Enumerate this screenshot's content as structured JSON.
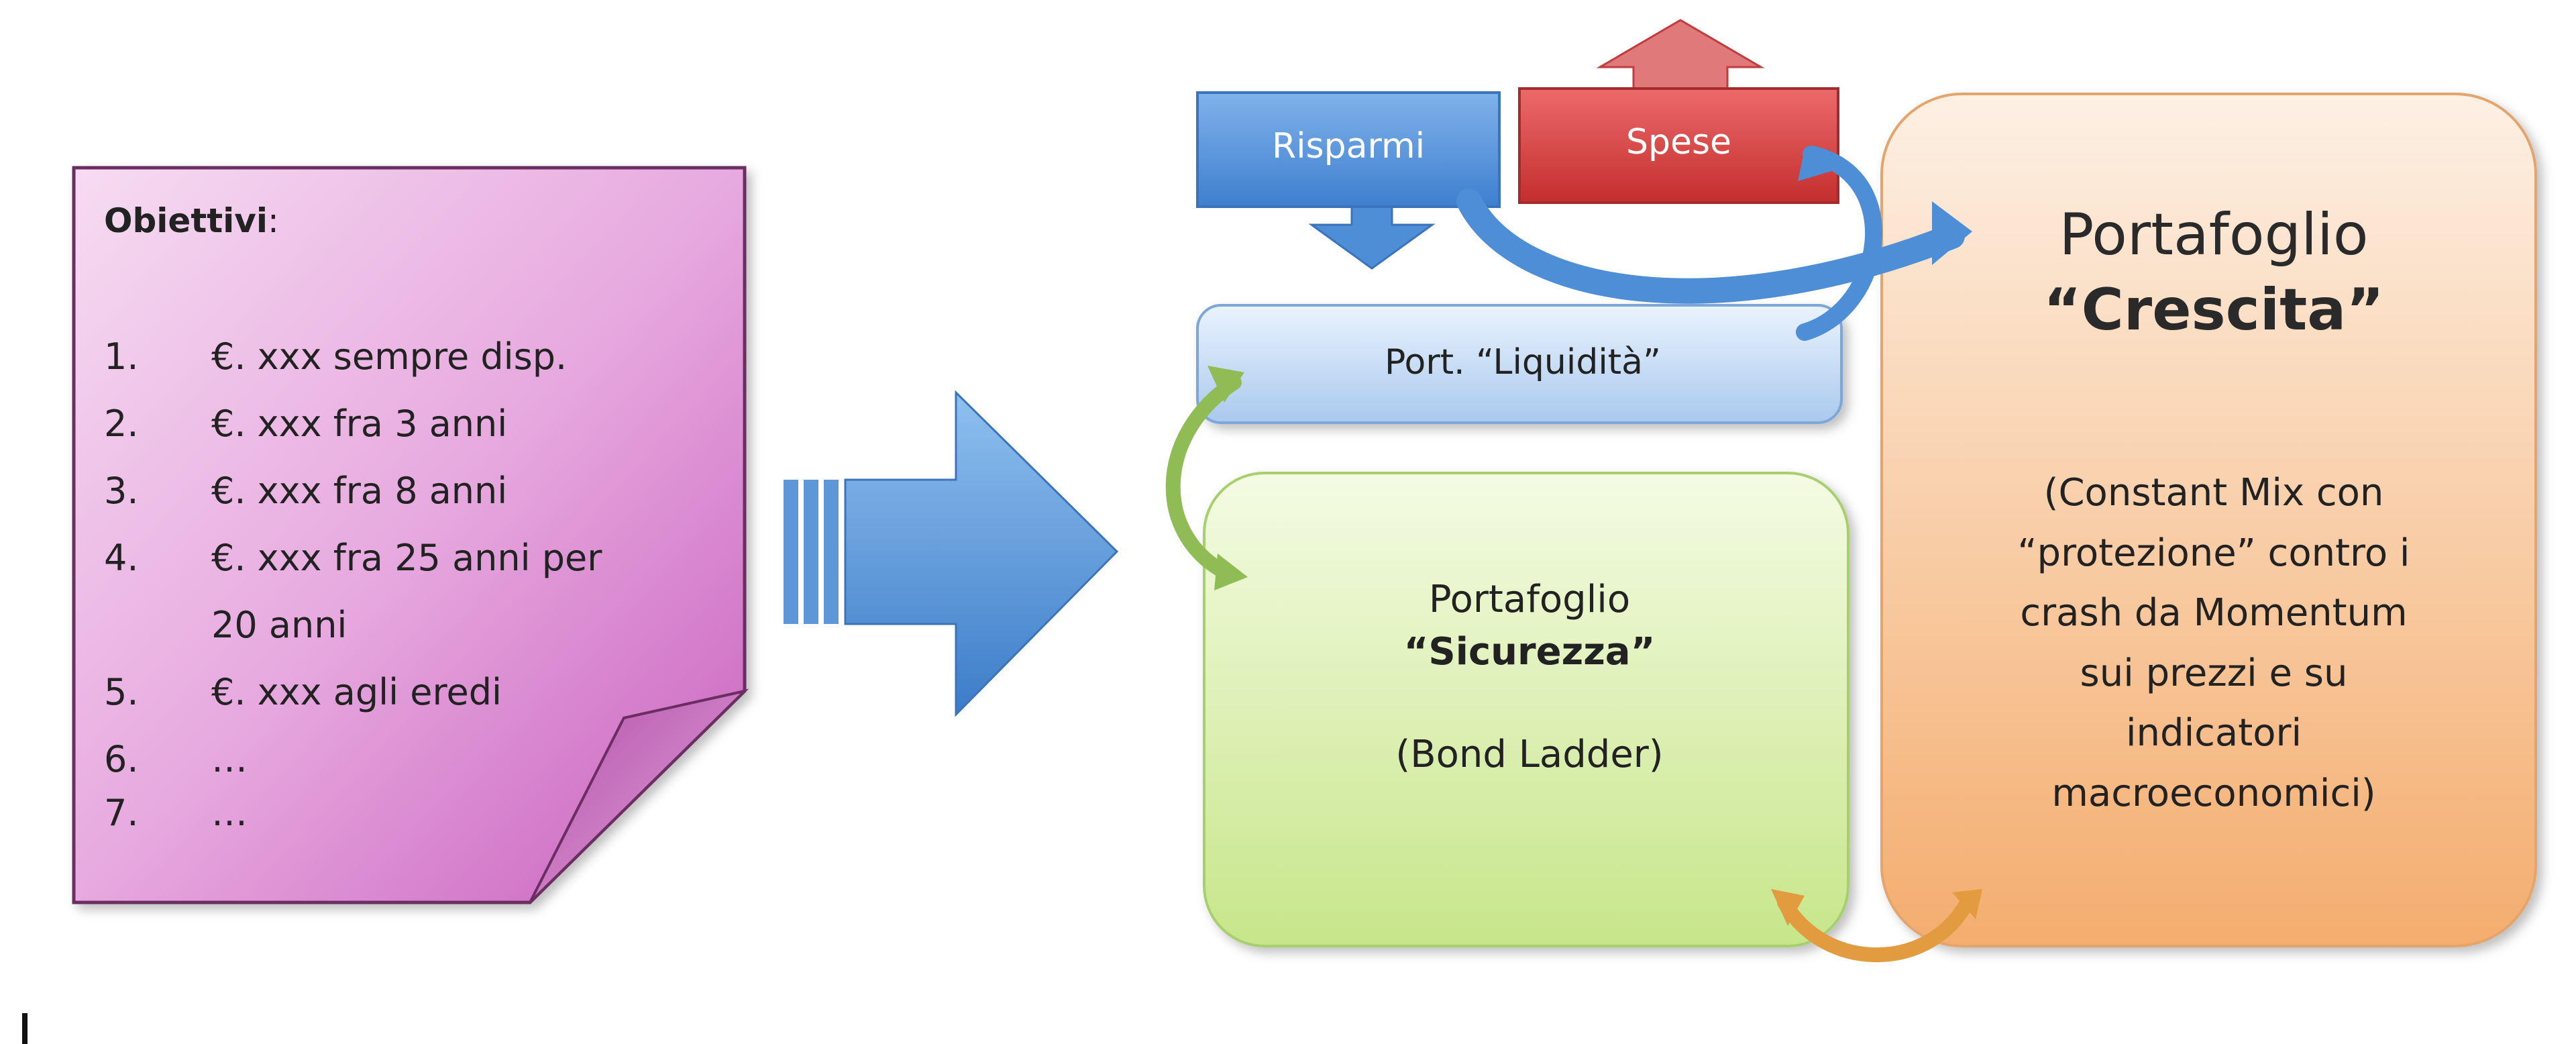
{
  "goals_note": {
    "heading_bold": "Obiettivi",
    "heading_tail": ":",
    "items": [
      {
        "num": "1.",
        "text": "€. xxx sempre disp."
      },
      {
        "num": "2.",
        "text": "€. xxx fra 3 anni"
      },
      {
        "num": "3.",
        "text": "€. xxx fra 8 anni"
      },
      {
        "num": "4.",
        "text": "€. xxx fra 25 anni per"
      },
      {
        "num": "",
        "text": "20 anni"
      },
      {
        "num": "5.",
        "text": "€. xxx agli eredi"
      },
      {
        "num": "6.",
        "text": "…"
      },
      {
        "num": "7.",
        "text": "…"
      }
    ]
  },
  "risparmi": {
    "label": "Risparmi"
  },
  "spese": {
    "label": "Spese"
  },
  "liquidita": {
    "label": "Port. “Liquidità”"
  },
  "sicurezza": {
    "line1": "Portafoglio",
    "line2": "“Sicurezza”",
    "line3": "(Bond Ladder)"
  },
  "crescita": {
    "line1": "Portafoglio",
    "line2": "“Crescita”",
    "desc": [
      "(Constant Mix con",
      "“protezione” contro i",
      "crash da Momentum",
      "sui prezzi e su",
      "indicatori",
      "macroeconomici)"
    ]
  },
  "colors": {
    "note": "#c85fbd",
    "big_arrow": "#4d8ed6",
    "risparmi": "#4d8ed6",
    "spese": "#d23a3a",
    "liquidita": "#c7dcf4",
    "sicurezza": "#d9f0a5",
    "crescita": "#f6bd8a",
    "green_arrow": "#8fbc55",
    "orange_arrow": "#e39b3f"
  }
}
